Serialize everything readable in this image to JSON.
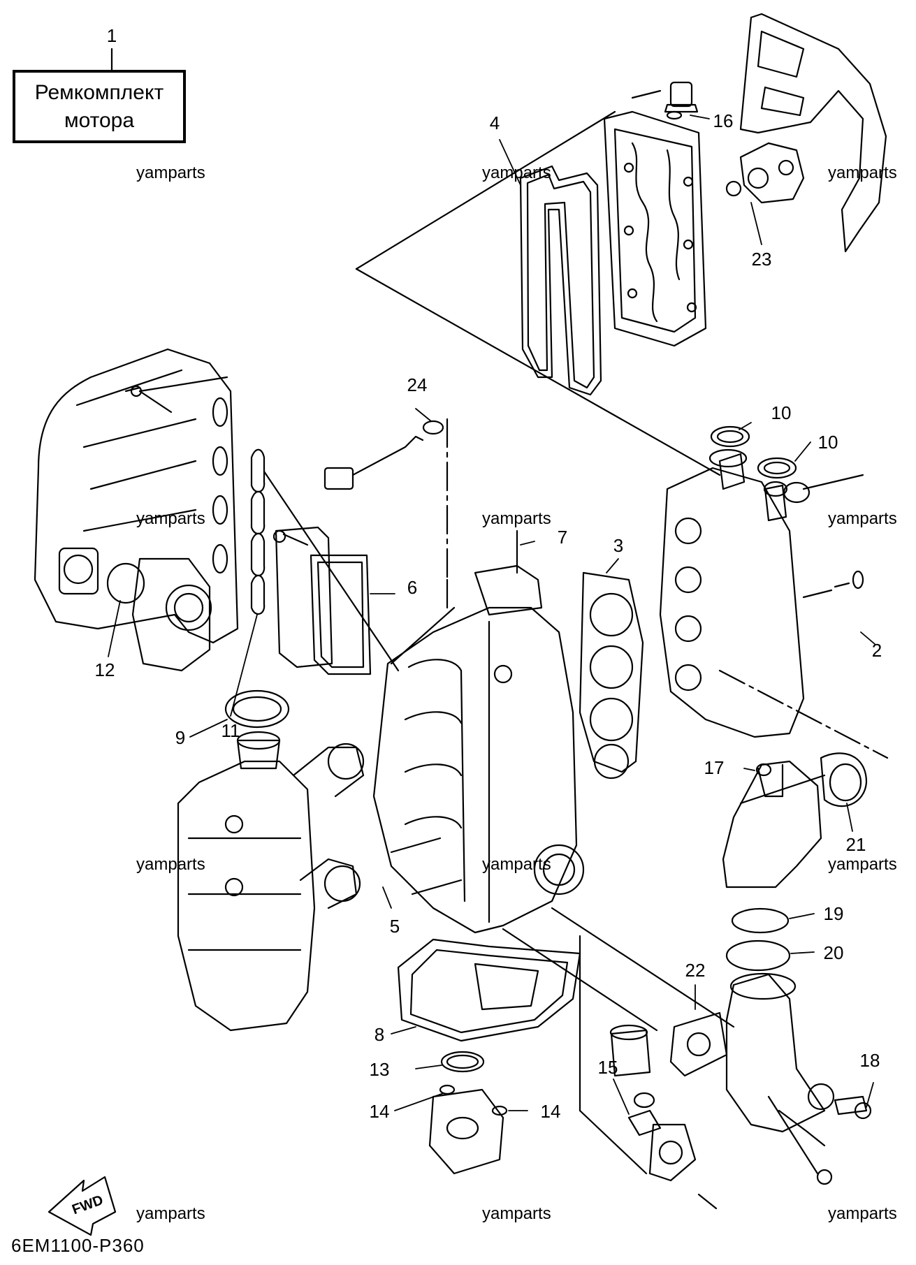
{
  "kit_box": {
    "number": "1",
    "line1": "Ремкомплект",
    "line2": "мотора"
  },
  "diagram_code": "6EM1100-P360",
  "watermark": "yamparts",
  "fwd_label": "FWD",
  "callouts": [
    "2",
    "3",
    "4",
    "5",
    "6",
    "7",
    "8",
    "9",
    "10",
    "10",
    "11",
    "12",
    "13",
    "14",
    "14",
    "15",
    "16",
    "17",
    "18",
    "19",
    "20",
    "21",
    "22",
    "23",
    "24"
  ]
}
